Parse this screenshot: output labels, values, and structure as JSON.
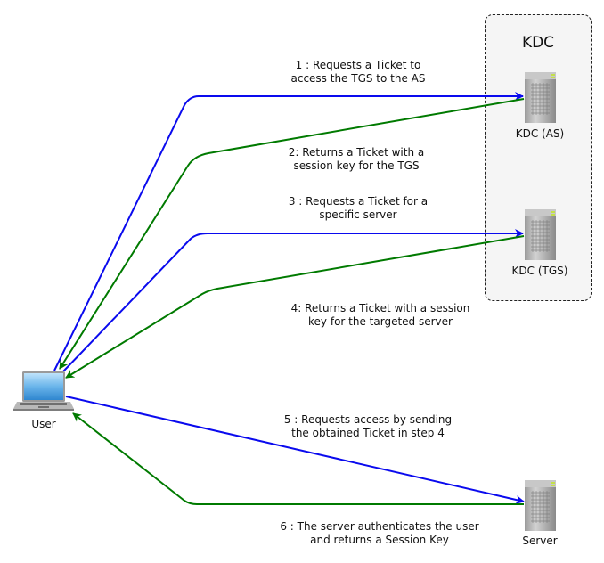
{
  "colors": {
    "request": "#0a0aee",
    "response": "#007a00",
    "kdc_bg": "#f5f5f5"
  },
  "kdc_group": {
    "title": "KDC"
  },
  "nodes": {
    "user": {
      "label": "User",
      "icon": "laptop-icon"
    },
    "kdc_as": {
      "label": "KDC (AS)",
      "icon": "server-icon"
    },
    "kdc_tgs": {
      "label": "KDC (TGS)",
      "icon": "server-icon"
    },
    "server": {
      "label": "Server",
      "icon": "server-icon"
    }
  },
  "steps": [
    {
      "id": 1,
      "from": "user",
      "to": "kdc_as",
      "type": "request",
      "line1": "1 : Requests a Ticket to",
      "line2": "access the TGS to the AS"
    },
    {
      "id": 2,
      "from": "kdc_as",
      "to": "user",
      "type": "response",
      "line1": "2: Returns a Ticket with a",
      "line2": "session key for the TGS"
    },
    {
      "id": 3,
      "from": "user",
      "to": "kdc_tgs",
      "type": "request",
      "line1": "3 : Requests a Ticket for a",
      "line2": "specific server"
    },
    {
      "id": 4,
      "from": "kdc_tgs",
      "to": "user",
      "type": "response",
      "line1": "4: Returns a Ticket with a session",
      "line2": "key for the targeted server"
    },
    {
      "id": 5,
      "from": "user",
      "to": "server",
      "type": "request",
      "line1": "5 : Requests access by sending",
      "line2": "the obtained Ticket in step 4"
    },
    {
      "id": 6,
      "from": "server",
      "to": "user",
      "type": "response",
      "line1": "6 : The server authenticates the user",
      "line2": "and returns a Session Key"
    }
  ]
}
